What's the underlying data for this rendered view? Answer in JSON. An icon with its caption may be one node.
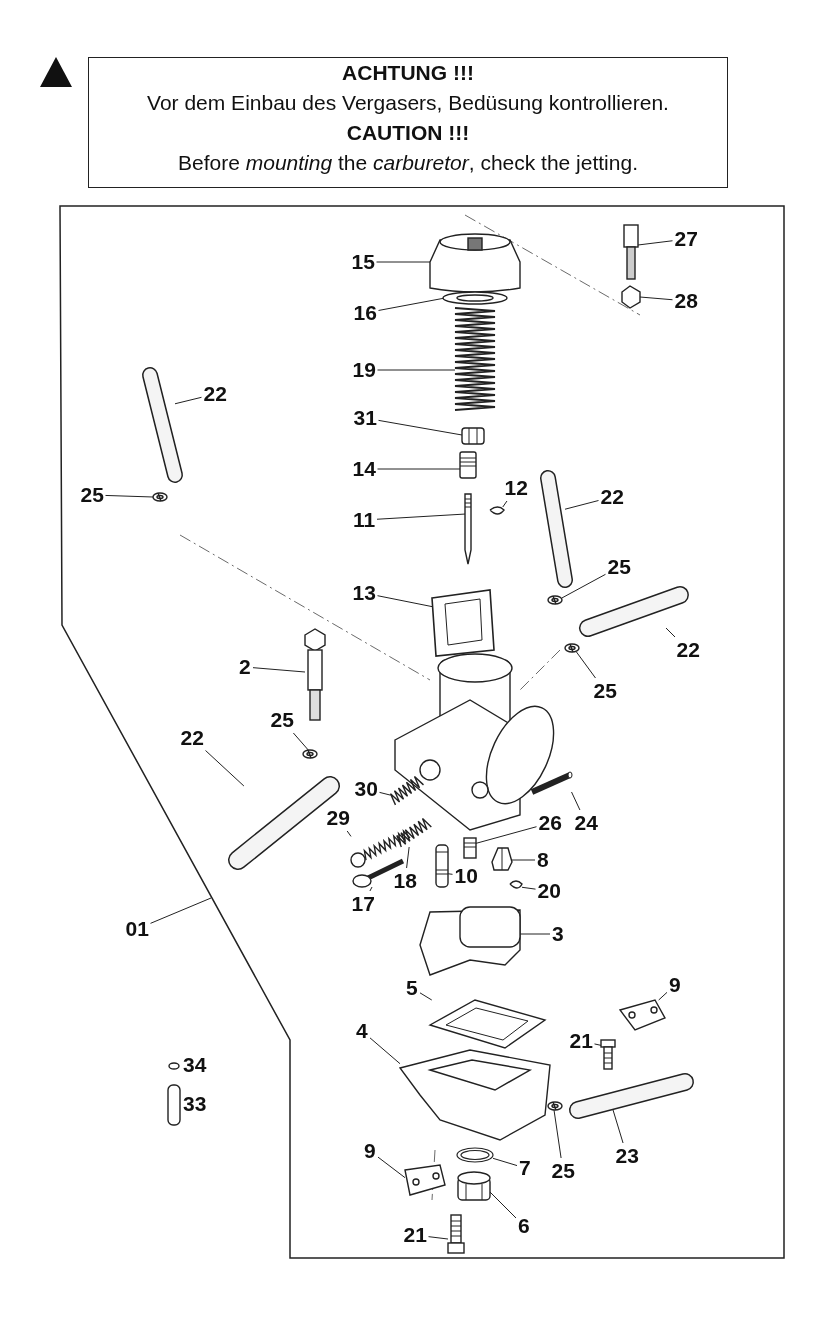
{
  "diagram": {
    "nodes": [
      {
        "text": [
          "ACHTUNG !!!",
          "Vor dem Einbau des Vergasers, Bedüsung kontrollieren.",
          "CAUTION !!!",
          "Before *mounting* the *carburetor*, check the jetting."
        ]
      },
      {
        "text": [
          "27"
        ]
      },
      {
        "text": [
          "15"
        ]
      },
      {
        "text": [
          "28"
        ]
      },
      {
        "text": [
          "16"
        ]
      },
      {
        "text": [
          "19"
        ]
      },
      {
        "text": [
          "22"
        ]
      },
      {
        "text": [
          "31"
        ]
      },
      {
        "text": [
          "14"
        ]
      },
      {
        "text": [
          "12"
        ]
      },
      {
        "text": [
          "25"
        ]
      },
      {
        "text": [
          "22"
        ]
      },
      {
        "text": [
          "11"
        ]
      },
      {
        "text": [
          "25"
        ]
      },
      {
        "text": [
          "13"
        ]
      },
      {
        "text": [
          "22"
        ]
      },
      {
        "text": [
          "2"
        ]
      },
      {
        "text": [
          "25"
        ]
      },
      {
        "text": [
          "25"
        ]
      },
      {
        "text": [
          "22"
        ]
      },
      {
        "text": [
          "30"
        ]
      },
      {
        "text": [
          "29"
        ]
      },
      {
        "text": [
          "26"
        ]
      },
      {
        "text": [
          "24"
        ]
      },
      {
        "text": [
          "8"
        ]
      },
      {
        "text": [
          "10"
        ]
      },
      {
        "text": [
          "18"
        ]
      },
      {
        "text": [
          "20"
        ]
      },
      {
        "text": [
          "17"
        ]
      },
      {
        "text": [
          "01"
        ]
      },
      {
        "text": [
          "3"
        ]
      },
      {
        "text": [
          "9"
        ]
      },
      {
        "text": [
          "5"
        ]
      },
      {
        "text": [
          "4"
        ]
      },
      {
        "text": [
          "21"
        ]
      },
      {
        "text": [
          "9"
        ]
      },
      {
        "text": [
          "7"
        ]
      },
      {
        "text": [
          "25"
        ]
      },
      {
        "text": [
          "23"
        ]
      },
      {
        "text": [
          "6"
        ]
      },
      {
        "text": [
          "21"
        ]
      },
      {
        "text": [],
        "shape": "picture"
      },
      {
        "text": [],
        "shape": "picture"
      },
      {
        "text": [],
        "shape": "picture"
      },
      {
        "text": [],
        "shape": "picture"
      },
      {
        "text": [],
        "shape": "picture"
      },
      {
        "text": [],
        "shape": "picture"
      },
      {
        "text": [],
        "shape": "picture"
      },
      {
        "text": [],
        "shape": "picture"
      },
      {
        "text": [],
        "shape": "picture"
      },
      {
        "text": [],
        "shape": "picture"
      },
      {
        "text": [],
        "shape": "picture"
      },
      {
        "text": [],
        "shape": "picture"
      },
      {
        "text": [],
        "shape": "picture"
      },
      {
        "text": [],
        "shape": "picture"
      },
      {
        "text": [],
        "shape": "picture"
      },
      {
        "text": [],
        "shape": "picture"
      },
      {
        "text": [],
        "shape": "picture"
      },
      {
        "text": [],
        "shape": "picture"
      },
      {
        "text": [],
        "shape": "picture"
      },
      {
        "text": [],
        "shape": "picture"
      },
      {
        "text": [],
        "shape": "picture"
      },
      {
        "text": [],
        "shape": "picture"
      },
      {
        "text": [],
        "shape": "picture"
      },
      {
        "text": [],
        "shape": "picture"
      },
      {
        "text": [],
        "shape": "picture"
      },
      {
        "text": [],
        "shape": "picture"
      },
      {
        "text": [],
        "shape": "picture"
      },
      {
        "text": [],
        "shape": "picture"
      },
      {
        "text": [],
        "shape": "picture"
      },
      {
        "text": [],
        "shape": "picture"
      },
      {
        "text": [],
        "shape": "picture"
      },
      {
        "text": [],
        "shape": "picture"
      },
      {
        "text": [],
        "shape": "picture"
      },
      {
        "text": [],
        "shape": "picture"
      },
      {
        "text": [],
        "shape": "picture"
      },
      {
        "text": [],
        "shape": "picture"
      },
      {
        "text": [],
        "shape": "picture"
      },
      {
        "text": [],
        "shape": "picture"
      },
      {
        "text": [],
        "shape": "picture"
      }
    ],
    "edges": [
      {
        "from": 1,
        "to": 41,
        "arrow": "none"
      },
      {
        "from": 2,
        "to": 42,
        "arrow": "none"
      },
      {
        "from": 3,
        "to": 43,
        "arrow": "none"
      },
      {
        "from": 4,
        "to": 44,
        "arrow": "none"
      },
      {
        "from": 5,
        "to": 45,
        "arrow": "none"
      },
      {
        "from": 6,
        "to": 46,
        "arrow": "none"
      },
      {
        "from": 7,
        "to": 47,
        "arrow": "none"
      },
      {
        "from": 8,
        "to": 48,
        "arrow": "none"
      },
      {
        "from": 9,
        "to": 49,
        "arrow": "none"
      },
      {
        "from": 10,
        "to": 50,
        "arrow": "none"
      },
      {
        "from": 11,
        "to": 51,
        "arrow": "none"
      },
      {
        "from": 12,
        "to": 52,
        "arrow": "none"
      },
      {
        "from": 13,
        "to": 53,
        "arrow": "none"
      },
      {
        "from": 14,
        "to": 54,
        "arrow": "none"
      },
      {
        "from": 15,
        "to": 55,
        "arrow": "none"
      },
      {
        "from": 16,
        "to": 56,
        "arrow": "none"
      },
      {
        "from": 17,
        "to": 57,
        "arrow": "none"
      },
      {
        "from": 18,
        "to": 58,
        "arrow": "none"
      },
      {
        "from": 19,
        "to": 59,
        "arrow": "none"
      },
      {
        "from": 20,
        "to": 60,
        "arrow": "none"
      },
      {
        "from": 21,
        "to": 61,
        "arrow": "none"
      },
      {
        "from": 22,
        "to": 62,
        "arrow": "none"
      },
      {
        "from": 23,
        "to": 63,
        "arrow": "none"
      },
      {
        "from": 24,
        "to": 64,
        "arrow": "none"
      },
      {
        "from": 25,
        "to": 65,
        "arrow": "none"
      },
      {
        "from": 26,
        "to": 66,
        "arrow": "none"
      },
      {
        "from": 27,
        "to": 67,
        "arrow": "none"
      },
      {
        "from": 28,
        "to": 68,
        "arrow": "none"
      },
      {
        "from": 29,
        "to": null,
        "arrow": "none"
      },
      {
        "from": 30,
        "to": 69,
        "arrow": "none"
      },
      {
        "from": 31,
        "to": 70,
        "arrow": "none"
      },
      {
        "from": 32,
        "to": 71,
        "arrow": "none"
      },
      {
        "from": 33,
        "to": 72,
        "arrow": "none"
      },
      {
        "from": 34,
        "to": 73,
        "arrow": "none"
      },
      {
        "from": 35,
        "to": 74,
        "arrow": "none"
      },
      {
        "from": 36,
        "to": 75,
        "arrow": "none"
      },
      {
        "from": 37,
        "to": 76,
        "arrow": "none"
      },
      {
        "from": 38,
        "to": 77,
        "arrow": "none"
      },
      {
        "from": 39,
        "to": 78,
        "arrow": "none"
      },
      {
        "from": 40,
        "to": 79,
        "arrow": "none"
      }
    ],
    "labels": [
      "34",
      "33"
    ]
  }
}
